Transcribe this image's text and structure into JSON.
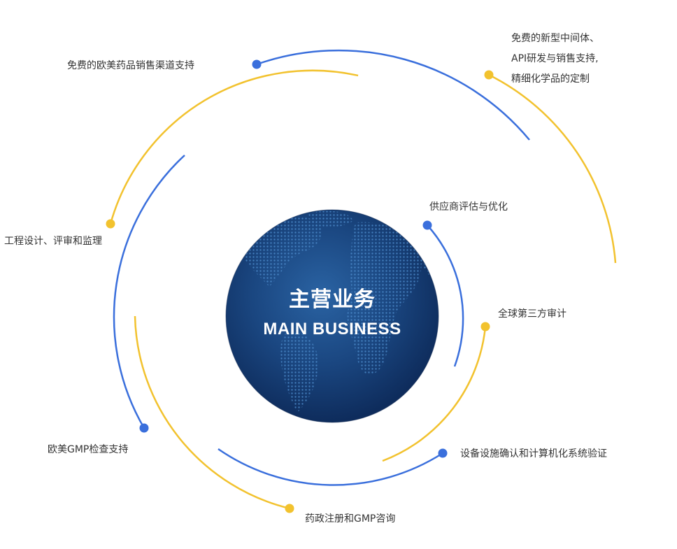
{
  "center": {
    "title": "主营业务",
    "subtitle": "MAIN BUSINESS"
  },
  "colors": {
    "blue": "#3a6fdc",
    "yellow": "#f2c22e",
    "globe_dark": "#0f2f63",
    "globe_mid": "#1c4f8e",
    "globe_light": "#3a78b8",
    "text": "#333333"
  },
  "items": {
    "eu_sales_channel": "免费的欧美药品销售渠道支持",
    "intermediates": [
      "免费的新型中间体、",
      "API研发与销售支持,",
      "精细化学品的定制"
    ],
    "engineering": "工程设计、评审和监理",
    "supplier_eval": "供应商评估与优化",
    "third_party_audit": "全球第三方审计",
    "gmp_inspection": "欧美GMP检查支持",
    "validation": "设备设施确认和计算机化系统验证",
    "registration": "药政注册和GMP咨询"
  }
}
